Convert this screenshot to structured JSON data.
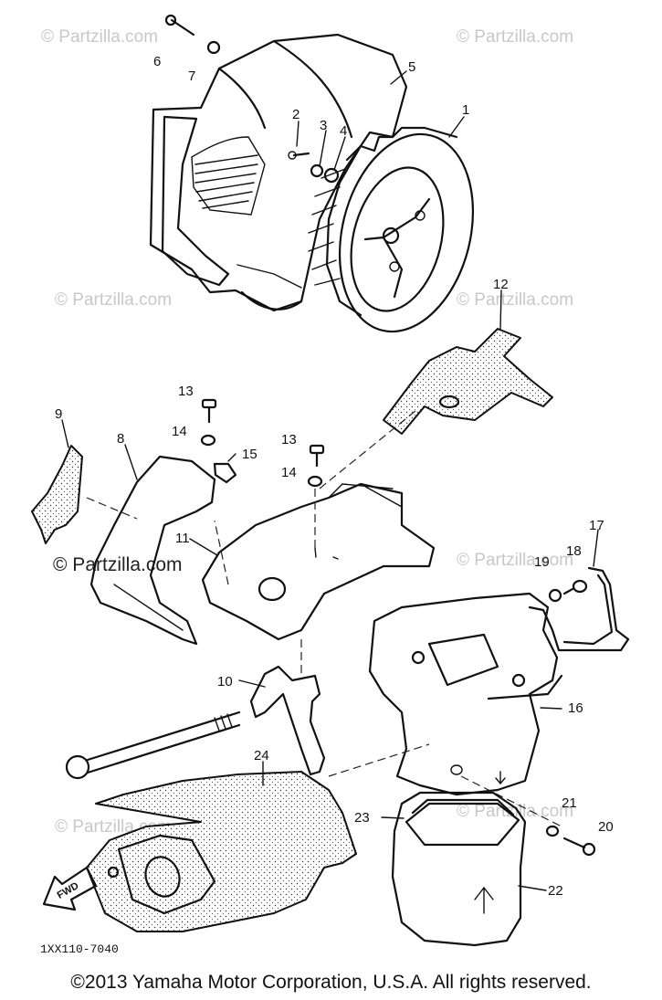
{
  "watermark": "© Partzilla.com",
  "callouts": [
    "1",
    "2",
    "3",
    "4",
    "5",
    "6",
    "7",
    "8",
    "9",
    "10",
    "11",
    "12",
    "13",
    "14",
    "15",
    "16",
    "17",
    "18",
    "19",
    "20",
    "21",
    "22",
    "23",
    "24"
  ],
  "callout_13b": "13",
  "callout_14b": "14",
  "fwd_label": "FWD",
  "diagram_code": "1XX110-7040",
  "copyright": "©2013 Yamaha Motor Corporation, U.S.A. All rights reserved."
}
